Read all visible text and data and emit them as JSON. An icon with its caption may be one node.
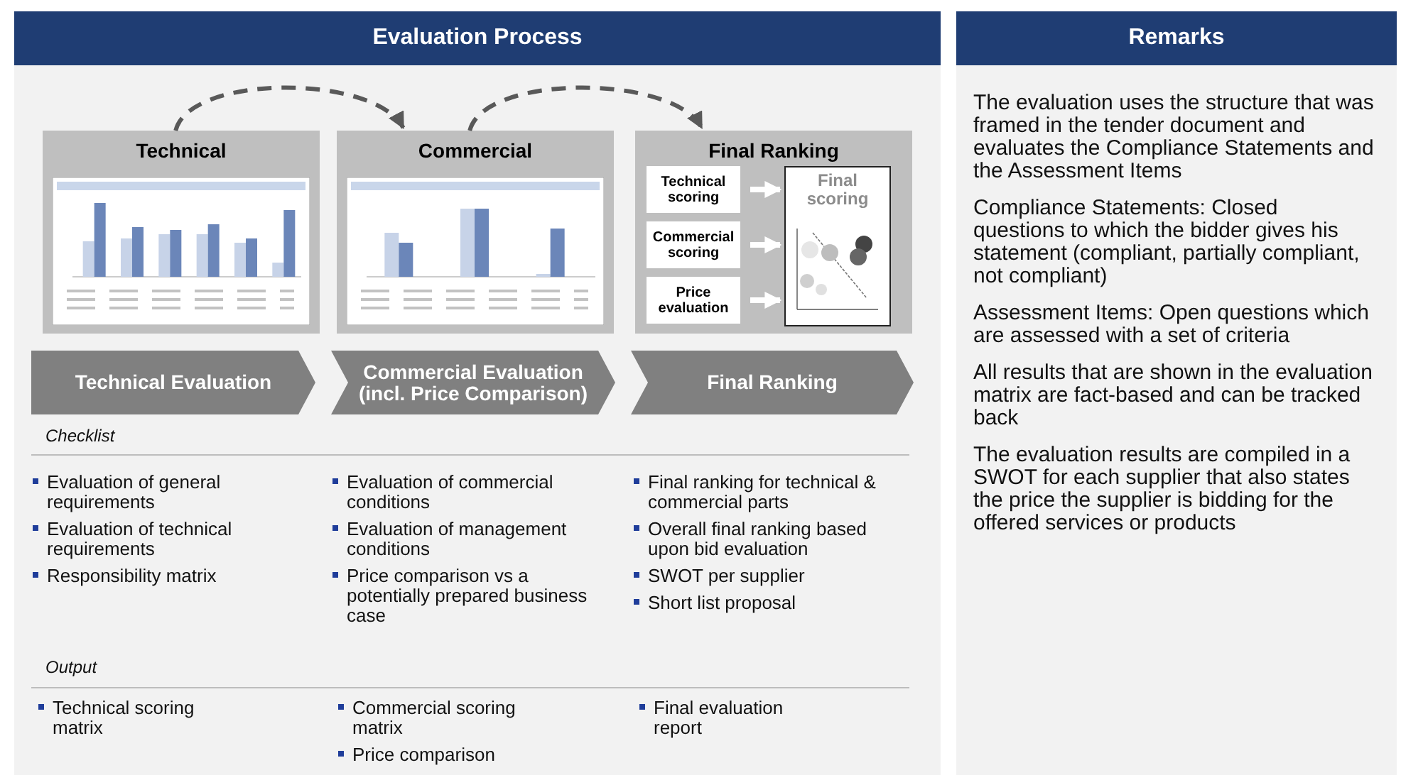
{
  "diagram": {
    "nodes": [
      {
        "text": [
          "Evaluation Process"
        ]
      },
      {
        "text": [
          "Technical"
        ],
        "in": 0
      },
      {
        "text": [
          "Commercial"
        ],
        "in": 0
      },
      {
        "text": [
          "Final Ranking"
        ],
        "in": 0
      },
      {
        "text": [
          "Technical scoring"
        ],
        "in": 3
      },
      {
        "text": [
          "Commercial scoring"
        ],
        "in": 3
      },
      {
        "text": [
          "Price evaluation"
        ],
        "in": 3
      },
      {
        "text": [
          "Final scoring"
        ],
        "in": 3
      },
      {
        "text": [
          "Technical Evaluation"
        ],
        "in": 0
      },
      {
        "text": [
          "Commercial Evaluation (incl. Price Comparison)"
        ],
        "in": 0
      },
      {
        "text": [
          "Final Ranking"
        ],
        "in": 0
      },
      {
        "text": [
          "Remarks",
          "The evaluation uses the structure that was framed in the tender document and evaluates the Compliance Statements and the Assessment Items",
          "Compliance Statements: Closed questions to which the bidder gives his statement (compliant, partially compliant, not compliant)",
          "Assessment Items: Open questions which are assessed with a set of criteria",
          "All results that are shown in the evaluation matrix are fact-based and can be tracked back",
          "The evaluation results are compiled in a SWOT for each supplier that also states the price the supplier is bidding for the offered services or products"
        ]
      }
    ],
    "edges": [
      {
        "from": 1,
        "to": 2,
        "arrow": "to",
        "style": "dashed",
        "color": "#595959"
      },
      {
        "from": 2,
        "to": 3,
        "arrow": "to",
        "style": "dashed",
        "color": "#595959"
      },
      {
        "from": 4,
        "to": 7,
        "arrow": "to"
      },
      {
        "from": 5,
        "to": 7,
        "arrow": "to"
      },
      {
        "from": 6,
        "to": 7,
        "arrow": "to"
      }
    ],
    "labels": [
      "Checklist",
      "Evaluation of general requirements",
      "Evaluation of technical requirements",
      "Responsibility matrix",
      "Evaluation of commercial conditions",
      "Evaluation of management conditions",
      "Price comparison vs a potentially prepared business case",
      "Final ranking for technical & commercial parts",
      "Overall final ranking based upon bid evaluation",
      "SWOT per supplier",
      "Short list proposal",
      "Output",
      "Technical scoring matrix",
      "Commercial scoring matrix",
      "Price comparison",
      "Final evaluation report"
    ]
  }
}
